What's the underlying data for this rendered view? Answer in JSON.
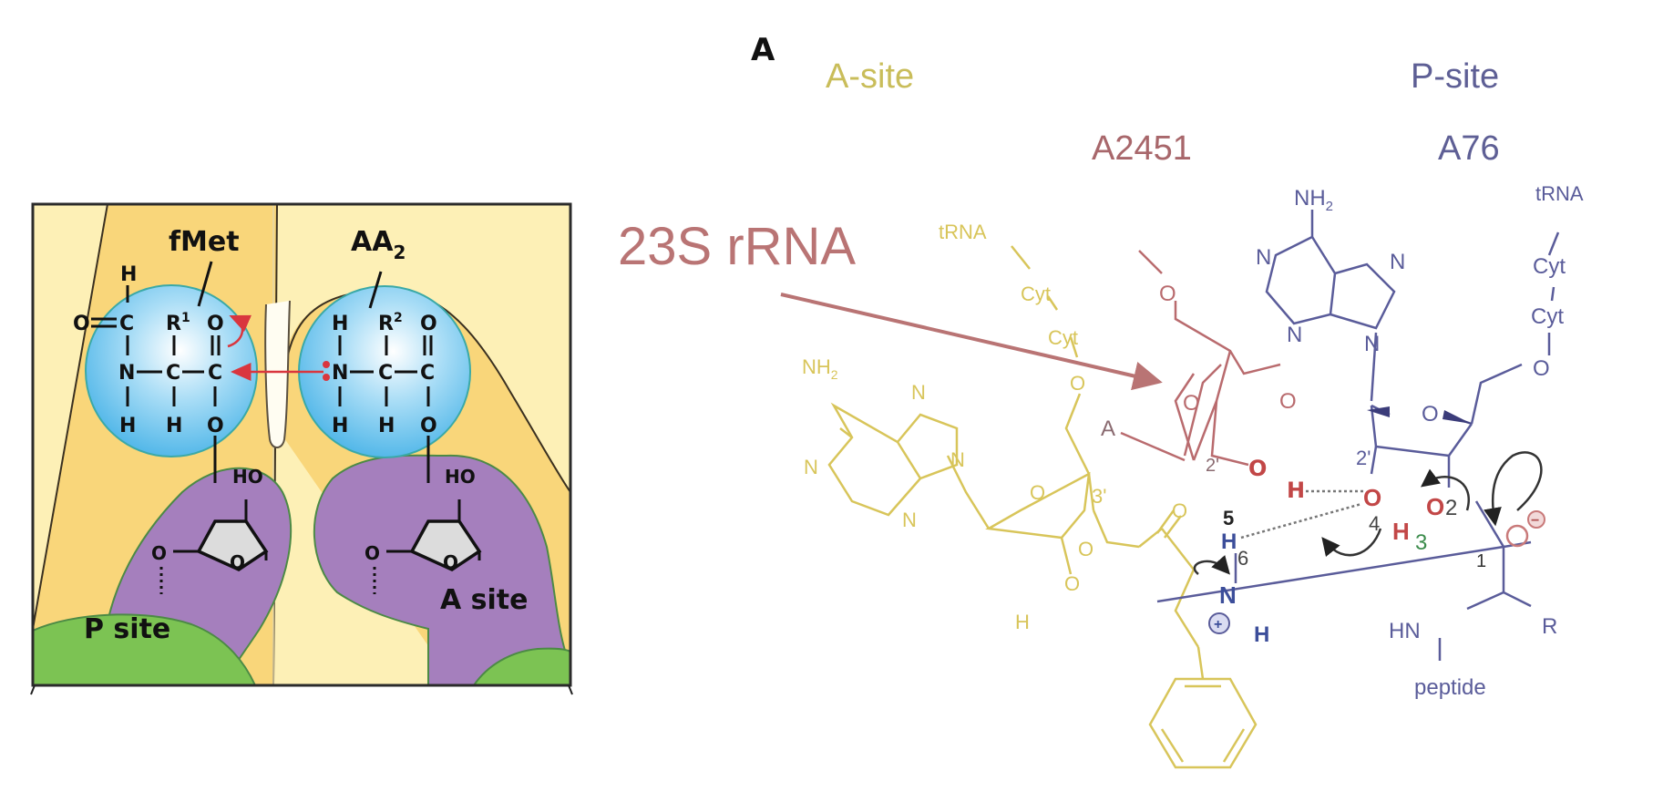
{
  "left_panel": {
    "title_fmet": "fMet",
    "title_aa2": "AA",
    "title_aa2_sub": "2",
    "p_site_label": "P site",
    "a_site_label": "A site",
    "fmet_atoms": {
      "h_top": "H",
      "o_formyl": "O",
      "c_formyl": "C",
      "r1": "R",
      "r1_sup": "1",
      "o_carbonyl": "O",
      "n": "N",
      "c_alpha": "C",
      "c_carbonyl": "C",
      "h_n": "H",
      "h_alpha": "H",
      "o_ester": "O"
    },
    "aa2_atoms": {
      "h_top": "H",
      "r2": "R",
      "r2_sup": "2",
      "o_carbonyl": "O",
      "n": "N",
      "c_alpha": "C",
      "c_carbonyl": "C",
      "h_n": "H",
      "h_alpha": "H",
      "o_ester": "O"
    },
    "ribose_labels": {
      "ho": "HO",
      "o_left": "O",
      "o_ring": "O"
    },
    "colors": {
      "light_yellow": "#FDF0B6",
      "dark_yellow": "#F9D67A",
      "blue_sphere": "#5EC2EE",
      "purple": "#A57FBD",
      "green": "#7CC353",
      "red_arrow": "#D9363E"
    }
  },
  "right_panel": {
    "panel_letter": "A",
    "a_site": "A-site",
    "p_site": "P-site",
    "a2451": "A2451",
    "a76": "A76",
    "annotation": "23S rRNA",
    "labels": {
      "trna_yellow": "tRNA",
      "cyt1_yellow": "Cyt",
      "cyt2_yellow": "Cyt",
      "nh2_yellow": "NH",
      "nh2_yellow_sub": "2",
      "n_yellow": "N",
      "o_yellow": "O",
      "h_yellow": "H",
      "three_prime": "3'",
      "a_red": "A",
      "two_prime_red": "2'",
      "o_red": "O",
      "h_red": "H",
      "nh2_blue": "NH",
      "nh2_blue_sub": "2",
      "n_blue": "N",
      "trna_blue": "tRNA",
      "cyt1_blue": "Cyt",
      "cyt2_blue": "Cyt",
      "o_blue": "O",
      "two_prime_blue": "2'",
      "num_1": "1",
      "num_2": "2",
      "num_3": "3",
      "num_4": "4",
      "num_5": "5",
      "num_6": "6",
      "h_blue": "H",
      "n_plus": "N",
      "plus": "+",
      "minus": "−",
      "hn": "HN",
      "r": "R",
      "peptide": "peptide"
    },
    "colors": {
      "yellow": "#D8C55A",
      "red": "#B96B6E",
      "blue": "#5A5C9A",
      "annotation": "#B97474",
      "red_atom": "#D04040",
      "green_num": "#3C8C4C"
    }
  }
}
